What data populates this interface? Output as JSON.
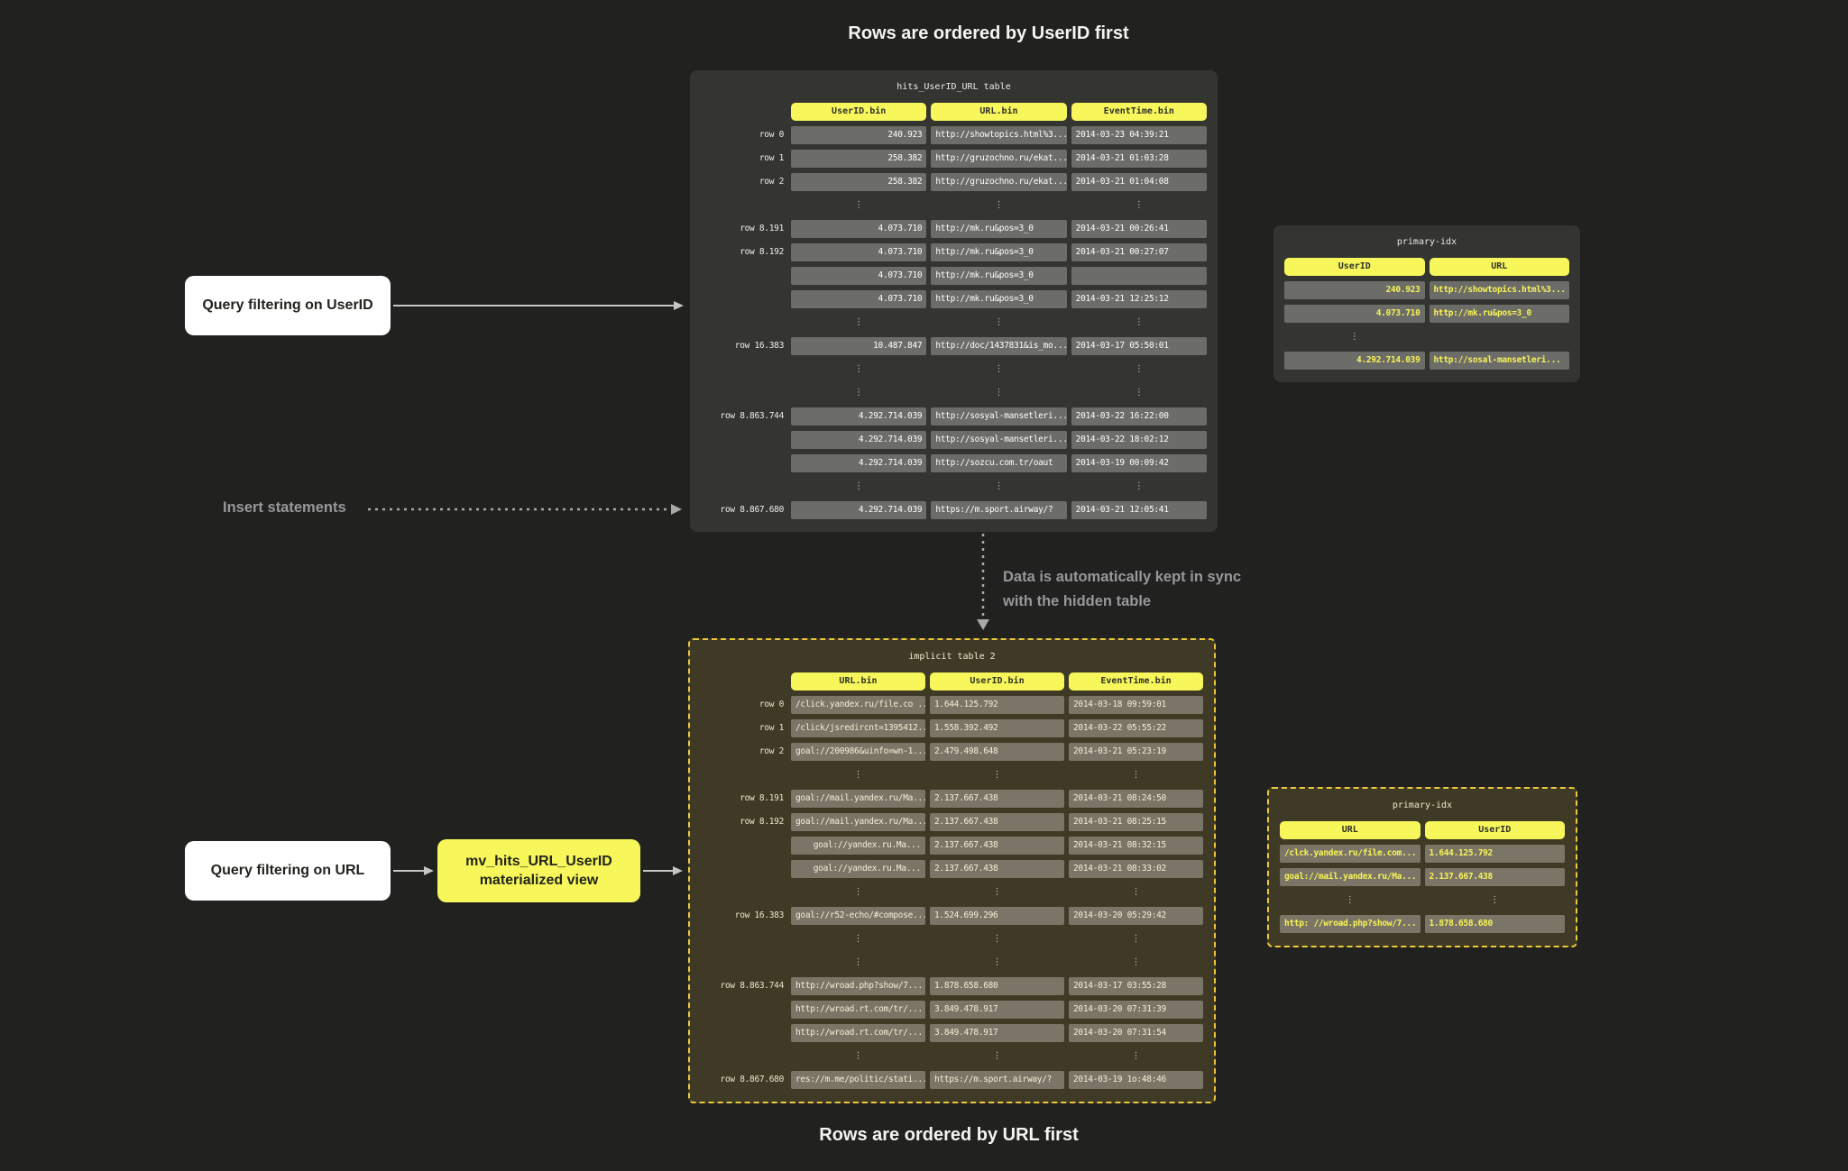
{
  "captions": {
    "top": "Rows are ordered by UserID first",
    "bottom": "Rows are ordered by URL first"
  },
  "annotations": {
    "query_userid": "Query filtering on UserID",
    "insert_statements": "Insert statements",
    "sync_line1": "Data is automatically kept in sync",
    "sync_line2": "with the hidden table",
    "query_url": "Query filtering on URL",
    "mv_line1": "mv_hits_URL_UserID",
    "mv_line2": "materialized view"
  },
  "colors": {
    "bg": "#21211f",
    "accent_yellow": "#f7f75b",
    "panel_dark": "#343431",
    "panel_olive": "#3e3a26",
    "cell_dark": "#6c6c69",
    "cell_olive": "#7b7567",
    "idx_value_yellow": "#f6f457",
    "dashed_border": "#ecc83d",
    "label_gray": "#98989b",
    "arrow_gray": "#c6c6c4",
    "white": "#ffffff"
  },
  "tables": {
    "hits": {
      "title": "hits_UserID_URL table",
      "gutter": 95,
      "columns": [
        "UserID.bin",
        "URL.bin",
        "EventTime.bin"
      ],
      "aligns": [
        "right",
        "left",
        "left"
      ],
      "rows": [
        {
          "label": "row 0",
          "cells": [
            "240.923",
            "http://showtopics.html%3...",
            "2014-03-23 04:39:21"
          ]
        },
        {
          "label": "row 1",
          "cells": [
            "258.382",
            "http://gruzochno.ru/ekat...",
            "2014-03-21 01:03:28"
          ]
        },
        {
          "label": "row 2",
          "cells": [
            "258.382",
            "http://gruzochno.ru/ekat...",
            "2014-03-21 01:04:08"
          ]
        },
        {
          "type": "ellipsis"
        },
        {
          "label": "row 8.191",
          "cells": [
            "4.073.710",
            "http://mk.ru&pos=3_0",
            "2014-03-21 00:26:41"
          ]
        },
        {
          "label": "row 8.192",
          "cells": [
            "4.073.710",
            "http://mk.ru&pos=3_0",
            "2014-03-21 00:27:07"
          ]
        },
        {
          "label": "",
          "cells": [
            "4.073.710",
            "http://mk.ru&pos=3_0",
            ""
          ]
        },
        {
          "label": "",
          "cells": [
            "4.073.710",
            "http://mk.ru&pos=3_0",
            "2014-03-21 12:25:12"
          ]
        },
        {
          "type": "ellipsis"
        },
        {
          "label": "row 16.383",
          "cells": [
            "10.487.847",
            "http://doc/1437831&is_mo...",
            "2014-03-17 05:50:01"
          ]
        },
        {
          "type": "ellipsis"
        },
        {
          "type": "ellipsis"
        },
        {
          "label": "row 8.863.744",
          "cells": [
            "4.292.714.039",
            "http://sosyal-mansetleri...",
            "2014-03-22 16:22:00"
          ]
        },
        {
          "label": "",
          "cells": [
            "4.292.714.039",
            "http://sosyal-mansetleri...",
            "2014-03-22 18:02:12"
          ]
        },
        {
          "label": "",
          "cells": [
            "4.292.714.039",
            "http://sozcu.com.tr/oaut",
            "2014-03-19 00:09:42"
          ]
        },
        {
          "type": "ellipsis"
        },
        {
          "label": "row 8.867.680",
          "cells": [
            "4.292.714.039",
            "https://m.sport.airway/?",
            "2014-03-21 12:05:41"
          ]
        }
      ]
    },
    "pidx_top": {
      "title": "primary-idx",
      "columns": [
        "UserID",
        "URL"
      ],
      "aligns": [
        "right",
        "left"
      ],
      "rows": [
        {
          "cells": [
            "240.923",
            "http://showtopics.html%3..."
          ]
        },
        {
          "cells": [
            "4.073.710",
            "http://mk.ru&pos=3_0"
          ]
        },
        {
          "type": "ellipsis",
          "cols": [
            true,
            false
          ]
        },
        {
          "cells": [
            "4.292.714.039",
            "http://sosal-mansetleri..."
          ]
        }
      ]
    },
    "implicit": {
      "title": "implicit table 2",
      "gutter": 95,
      "columns": [
        "URL.bin",
        "UserID.bin",
        "EventTime.bin"
      ],
      "aligns": [
        "left",
        "left",
        "left"
      ],
      "rows": [
        {
          "label": "row 0",
          "cells": [
            "/click.yandex.ru/file.co ...",
            "1.644.125.792",
            "2014-03-18 09:59:01"
          ]
        },
        {
          "label": "row 1",
          "cells": [
            "/click/jsredircnt=1395412...",
            "1.558.392.492",
            "2014-03-22 05:55:22"
          ]
        },
        {
          "label": "row 2",
          "cells": [
            {
              "text": "goal://200986&uinfo=wn-1...",
              "align": "right"
            },
            "2.479.498.648",
            "2014-03-21 05:23:19"
          ]
        },
        {
          "type": "ellipsis"
        },
        {
          "label": "row 8.191",
          "cells": [
            "goal://mail.yandex.ru/Ma...",
            "2.137.667.438",
            "2014-03-21 08:24:50"
          ]
        },
        {
          "label": "row 8.192",
          "cells": [
            "goal://mail.yandex.ru/Ma...",
            "2.137.667.438",
            "2014-03-21 08:25:15"
          ]
        },
        {
          "label": "",
          "cells": [
            {
              "text": "goal://yandex.ru.Ma...",
              "align": "right"
            },
            "2.137.667.438",
            "2014-03-21 08:32:15"
          ]
        },
        {
          "label": "",
          "cells": [
            {
              "text": "goal://yandex.ru.Ma...",
              "align": "right"
            },
            "2.137.667.438",
            "2014-03-21 08:33:02"
          ]
        },
        {
          "type": "ellipsis"
        },
        {
          "label": "row 16.383",
          "cells": [
            "goal://r52-echo/#compose...",
            "1.524.699.296",
            "2014-03-20 05:29:42"
          ]
        },
        {
          "type": "ellipsis"
        },
        {
          "type": "ellipsis"
        },
        {
          "label": "row 8.863.744",
          "cells": [
            {
              "text": "http://wroad.php?show/7...",
              "align": "right"
            },
            "1.878.658.680",
            "2014-03-17 03:55:28"
          ]
        },
        {
          "label": "",
          "cells": [
            {
              "text": "http://wroad.rt.com/tr/...",
              "align": "right"
            },
            "3.849.478.917",
            "2014-03-20 07:31:39"
          ]
        },
        {
          "label": "",
          "cells": [
            {
              "text": "http://wroad.rt.com/tr/...",
              "align": "right"
            },
            "3.849.478.917",
            "2014-03-20 07:31:54"
          ]
        },
        {
          "type": "ellipsis"
        },
        {
          "label": "row 8.867.680",
          "cells": [
            "res://m.me/politic/stati...",
            "https://m.sport.airway/?",
            "2014-03-19 1o:48:46"
          ]
        }
      ]
    },
    "pidx_bottom": {
      "title": "primary-idx",
      "columns": [
        "URL",
        "UserID"
      ],
      "aligns": [
        "left",
        "left"
      ],
      "rows": [
        {
          "cells": [
            "/clck.yandex.ru/file.com...",
            "1.644.125.792"
          ]
        },
        {
          "cells": [
            "goal://mail.yandex.ru/Ma...",
            "2.137.667.438"
          ]
        },
        {
          "type": "ellipsis",
          "cols": [
            true,
            true
          ]
        },
        {
          "cells": [
            "http: //wroad.php?show/7...",
            "1.878.658.680"
          ]
        }
      ]
    }
  }
}
